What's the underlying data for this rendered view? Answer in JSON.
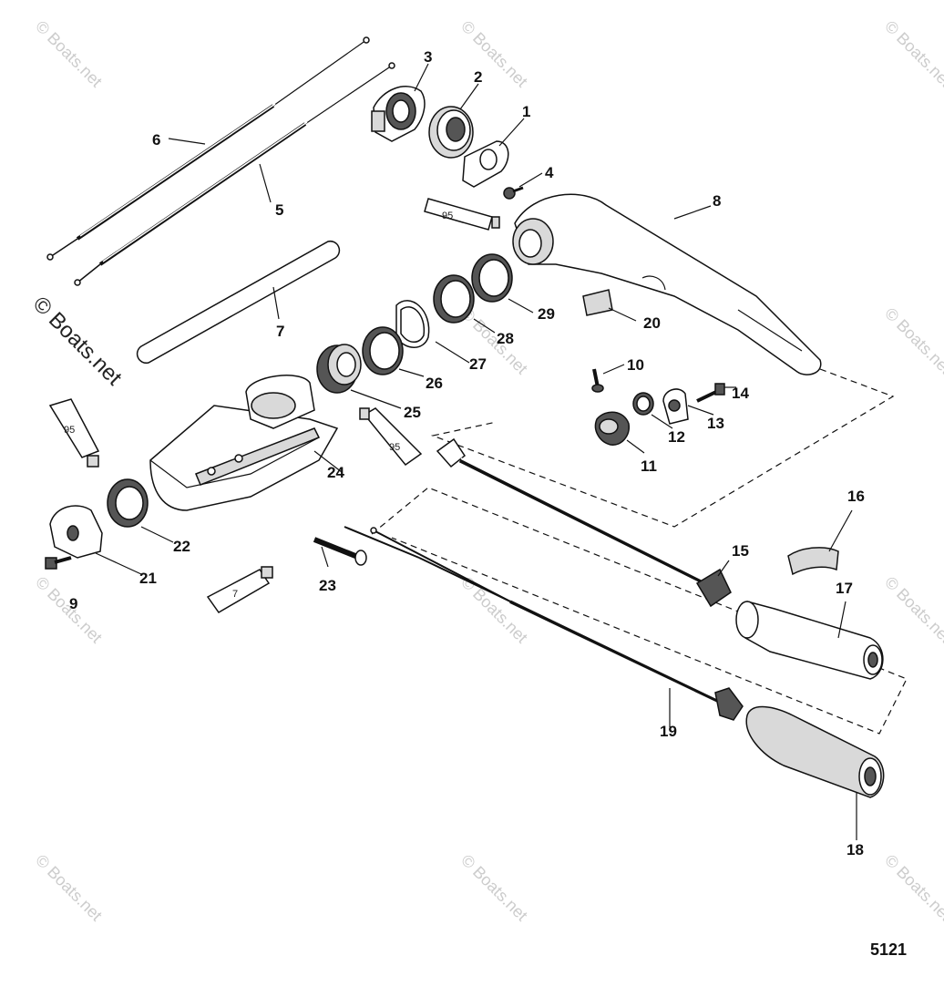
{
  "diagram_number": "5121",
  "watermarks": {
    "text": "© Boats.net",
    "side_text": "© Boats.net"
  },
  "tube_labels": {
    "upper_95": "95",
    "left_95": "95",
    "mid_95": "95",
    "lower_7": "7"
  },
  "parts": [
    {
      "id": "p1",
      "label": "1"
    },
    {
      "id": "p2",
      "label": "2"
    },
    {
      "id": "p3",
      "label": "3"
    },
    {
      "id": "p4",
      "label": "4"
    },
    {
      "id": "p5",
      "label": "5"
    },
    {
      "id": "p6",
      "label": "6"
    },
    {
      "id": "p7",
      "label": "7"
    },
    {
      "id": "p8",
      "label": "8"
    },
    {
      "id": "p9",
      "label": "9"
    },
    {
      "id": "p10",
      "label": "10"
    },
    {
      "id": "p11",
      "label": "11"
    },
    {
      "id": "p12",
      "label": "12"
    },
    {
      "id": "p13",
      "label": "13"
    },
    {
      "id": "p14",
      "label": "14"
    },
    {
      "id": "p15",
      "label": "15"
    },
    {
      "id": "p16",
      "label": "16"
    },
    {
      "id": "p17",
      "label": "17"
    },
    {
      "id": "p18",
      "label": "18"
    },
    {
      "id": "p19",
      "label": "19"
    },
    {
      "id": "p20",
      "label": "20"
    },
    {
      "id": "p21",
      "label": "21"
    },
    {
      "id": "p22",
      "label": "22"
    },
    {
      "id": "p23",
      "label": "23"
    },
    {
      "id": "p24",
      "label": "24"
    },
    {
      "id": "p25",
      "label": "25"
    },
    {
      "id": "p26",
      "label": "26"
    },
    {
      "id": "p27",
      "label": "27"
    },
    {
      "id": "p28",
      "label": "28"
    },
    {
      "id": "p29",
      "label": "29"
    }
  ]
}
